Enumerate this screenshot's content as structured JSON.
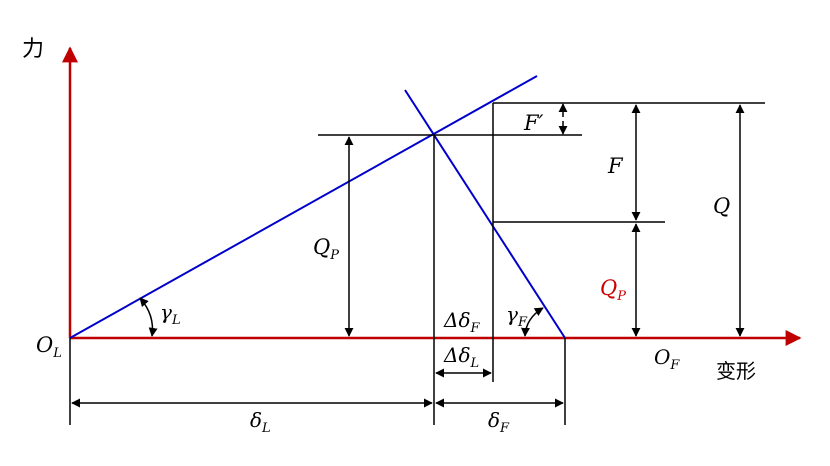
{
  "colors": {
    "axis": "#c00000",
    "curve": "#0000cc",
    "ink": "#000000",
    "highlight": "#cc0000"
  },
  "axes": {
    "y_label": "力",
    "x_label": "变形"
  },
  "labels": {
    "origin_L": {
      "main": "O",
      "sub": "L"
    },
    "origin_F": {
      "main": "O",
      "sub": "F"
    },
    "gamma_L": {
      "main": "γ",
      "sub": "L"
    },
    "gamma_F": {
      "main": "γ",
      "sub": "F"
    },
    "Q_P_left": {
      "main": "Q",
      "sub": "P"
    },
    "Q_P_right": {
      "main": "Q",
      "sub": "P"
    },
    "F_prime": "F′",
    "F": "F",
    "Q": "Q",
    "delta_delta_F": {
      "main": "Δδ",
      "sub": "F"
    },
    "delta_delta_L": {
      "main": "Δδ",
      "sub": "L"
    },
    "delta_L": {
      "main": "δ",
      "sub": "L"
    },
    "delta_F": {
      "main": "δ",
      "sub": "F"
    }
  }
}
